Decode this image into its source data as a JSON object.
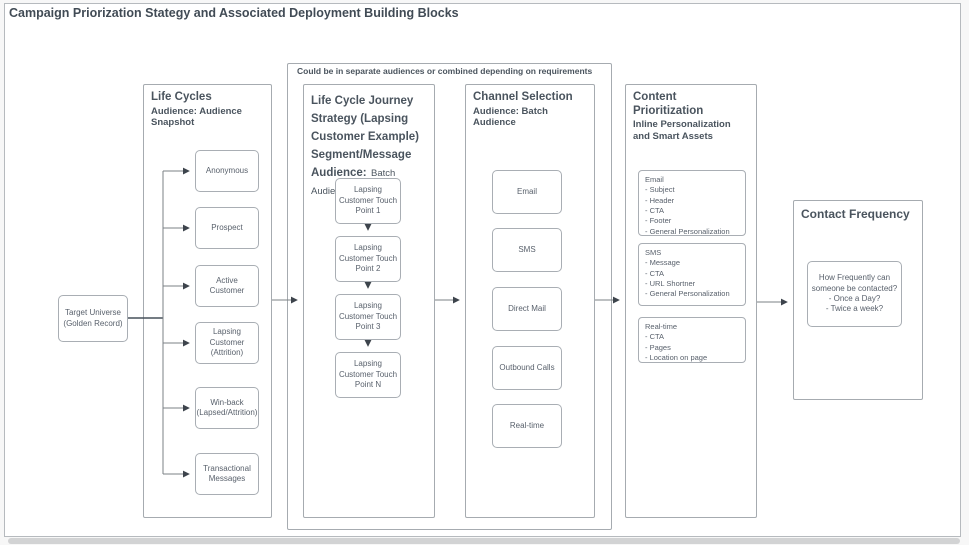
{
  "title": "Campaign Priorization Stategy and Associated Deployment Building Blocks",
  "note": "Could be in separate audiences or combined depending on requirements",
  "target_universe": "Target Universe (Golden Record)",
  "life_cycles": {
    "title": "Life Cycles",
    "subtitle": "Audience: Audience Snapshot",
    "stages": [
      "Anonymous",
      "Prospect",
      "Active Customer",
      "Lapsing Customer (Attrition)",
      "Win-back (Lapsed/Attrition)",
      "Transactional Messages"
    ]
  },
  "journey": {
    "title": "Life Cycle Journey Strategy (Lapsing Customer Example) Segment/Message Audience:",
    "subtitle": "Batch Audience",
    "touch_points": [
      "Lapsing Customer Touch Point 1",
      "Lapsing Customer Touch Point 2",
      "Lapsing Customer Touch Point 3",
      "Lapsing Customer Touch Point N"
    ]
  },
  "channel": {
    "title": "Channel Selection",
    "subtitle": "Audience: Batch Audience",
    "channels": [
      "Email",
      "SMS",
      "Direct Mail",
      "Outbound Calls",
      "Real-time"
    ]
  },
  "content": {
    "title": "Content Prioritization",
    "subtitle": "Inline Personalization and Smart Assets",
    "groups": [
      {
        "title": "Email",
        "items": [
          "- Subject",
          "- Header",
          "- CTA",
          "- Footer",
          "- General Personalization"
        ]
      },
      {
        "title": "SMS",
        "items": [
          "- Message",
          "- CTA",
          "- URL Shortner",
          "- General Personalization"
        ]
      },
      {
        "title": "Real-time",
        "items": [
          "- CTA",
          "- Pages",
          "- Location on page"
        ]
      }
    ]
  },
  "contact": {
    "title": "Contact Frequency",
    "question": [
      "How Frequently can someone be contacted?",
      "- Once a Day?",
      "- Twice a week?"
    ]
  }
}
